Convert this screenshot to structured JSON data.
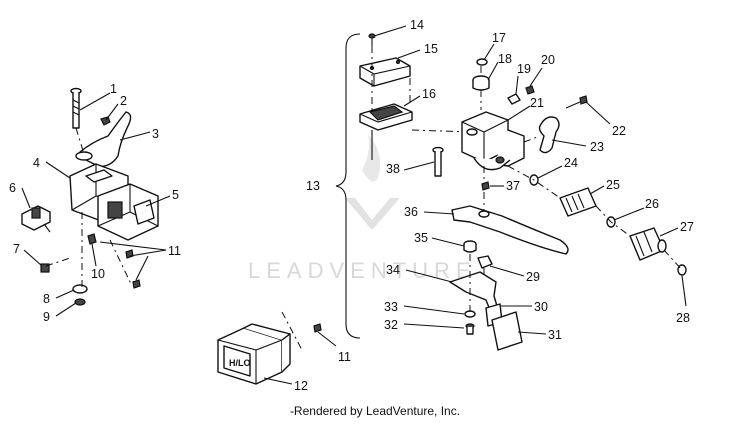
{
  "watermark": "LEADVENTURE",
  "credit": "-Rendered by LeadVenture, Inc.",
  "labels": {
    "c1": "1",
    "c2": "2",
    "c3": "3",
    "c4": "4",
    "c5": "5",
    "c6": "6",
    "c7": "7",
    "c8": "8",
    "c9": "9",
    "c10": "10",
    "c11a": "11",
    "c11b": "11",
    "c12": "12",
    "c13": "13",
    "c14": "14",
    "c15": "15",
    "c16": "16",
    "c17": "17",
    "c18": "18",
    "c19": "19",
    "c20": "20",
    "c21": "21",
    "c22": "22",
    "c23": "23",
    "c24": "24",
    "c25": "25",
    "c26": "26",
    "c27": "27",
    "c28": "28",
    "c29": "29",
    "c30": "30",
    "c31": "31",
    "c32": "32",
    "c33": "33",
    "c34": "34",
    "c35": "35",
    "c36": "36",
    "c37": "37",
    "c38": "38"
  },
  "switch_face_text": "H/LO"
}
